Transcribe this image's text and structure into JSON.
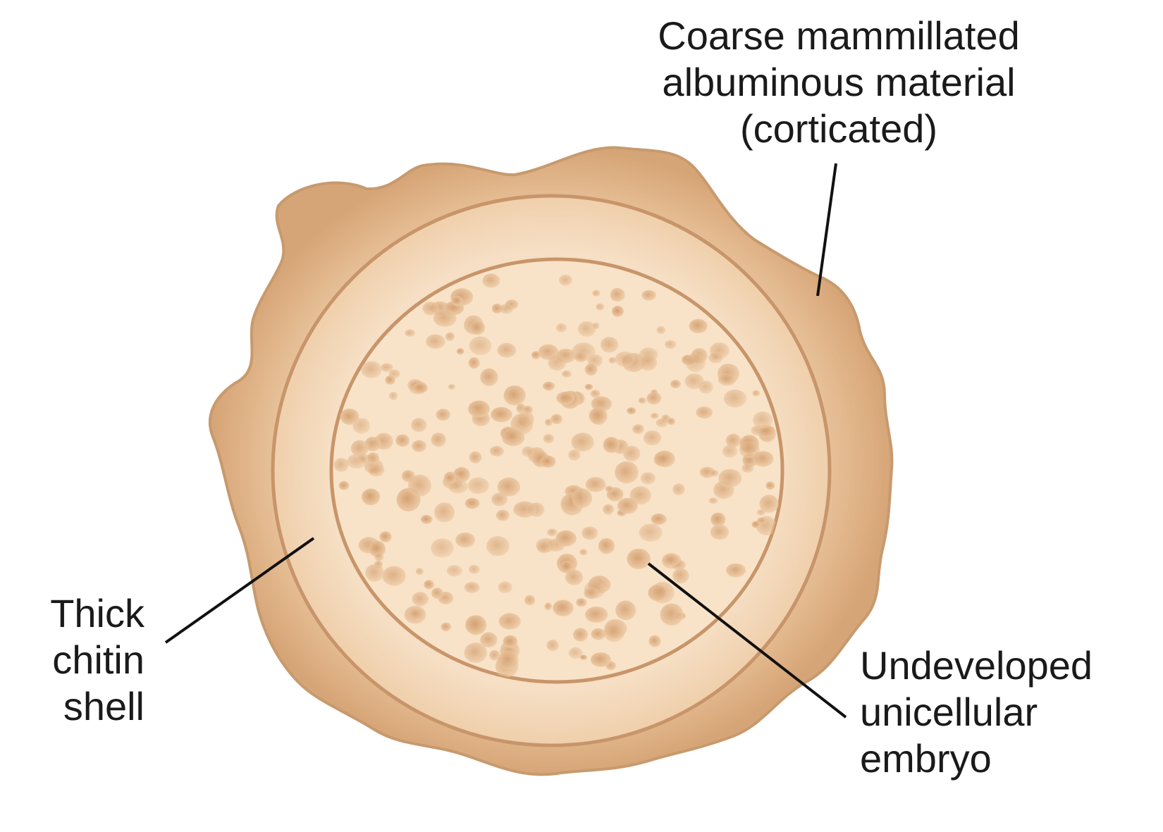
{
  "labels": {
    "albumin": {
      "lines": [
        "Coarse mammillated",
        "albuminous material",
        "(corticated)"
      ]
    },
    "shell": {
      "lines": [
        "Thick",
        "chitin",
        "shell"
      ]
    },
    "embryo": {
      "lines": [
        "Undeveloped",
        "unicellular",
        "embryo"
      ]
    }
  },
  "colors": {
    "albumin_fill": "#e6bf96",
    "albumin_edge": "#c79a6e",
    "shell_fill": "#f5ddc0",
    "shell_edge": "#c8956a",
    "embryo_fill": "#f8e3c8",
    "granule": "#d9a77a",
    "leader_line": "#111111",
    "text": "#1a1a1a"
  }
}
